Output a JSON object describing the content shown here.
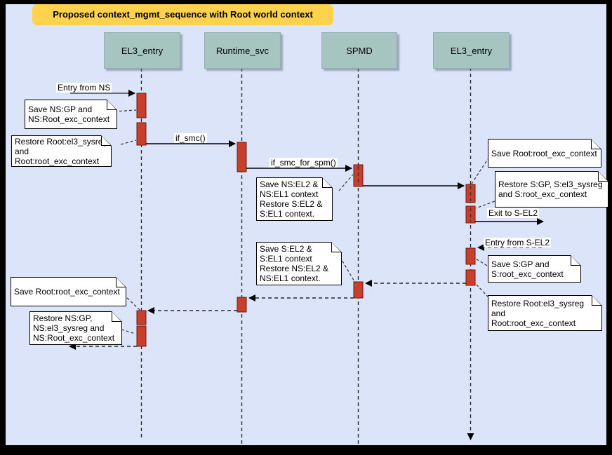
{
  "title": "Proposed context_mgmt_sequence with Root world context",
  "lifelines": [
    {
      "label": "EL3_entry"
    },
    {
      "label": "Runtime_svc"
    },
    {
      "label": "SPMD"
    },
    {
      "label": "EL3_entry"
    }
  ],
  "messages": {
    "entry_from_ns": "Entry from NS",
    "if_smc": "if_smc()",
    "if_smc_for_spm": "if_smc_for_spm()",
    "exit_to_s_el2": "Exit to S-EL2",
    "entry_from_s_el2": "Entry from S-EL2"
  },
  "notes": {
    "save_ns_gp": "Save NS:GP and\nNS:Root_exc_context",
    "restore_root_left": "Restore Root:el3_sysreg\nand\nRoot:root_exc_context",
    "save_ns_el2": "Save NS:EL2 &\nNS:EL1 context\nRestore S:EL2 &\nS:EL1 context.",
    "save_root_right": "Save Root:root_exc_context",
    "restore_s_gp": "Restore S:GP, S:el3_sysreg\nand S:root_exc_context",
    "save_s_gp": "Save S:GP and\nS:root_exc_context",
    "restore_root_right": "Restore Root:el3_sysreg\nand\nRoot:root_exc_context",
    "save_s_el2": "Save S:EL2 &\nS:EL1 context\nRestore NS:EL2 &\nNS:EL1 context.",
    "save_root_bottom_left": "Save Root:root_exc_context",
    "restore_ns_gp": "Restore NS:GP,\nNS:el3_sysreg and\nNS:Root_exc_context"
  },
  "colors": {
    "canvas_bg": "#dbe4f8",
    "frame": "#000000",
    "title_bg": "#ffd24e",
    "lifeline_header_bg": "#a6c4c0",
    "activation_bar": "#c6402c",
    "note_bg": "#ffffff"
  }
}
